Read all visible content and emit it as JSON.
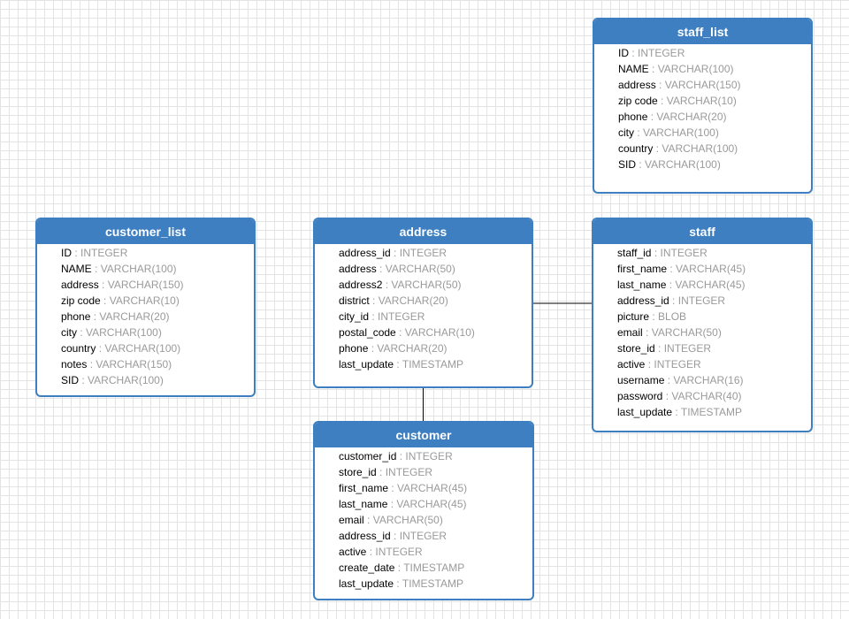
{
  "colors": {
    "header_fill": "#3e7fc1",
    "border": "#3e7fc1",
    "field_name": "#000000",
    "field_type": "#9a9a9a",
    "connector": "#000000"
  },
  "entities": {
    "staff_list": {
      "title": "staff_list",
      "fields": [
        {
          "name": "ID",
          "type": "INTEGER"
        },
        {
          "name": "NAME",
          "type": "VARCHAR(100)"
        },
        {
          "name": "address",
          "type": "VARCHAR(150)"
        },
        {
          "name": "zip code",
          "type": "VARCHAR(10)"
        },
        {
          "name": "phone",
          "type": "VARCHAR(20)"
        },
        {
          "name": "city",
          "type": "VARCHAR(100)"
        },
        {
          "name": "country",
          "type": "VARCHAR(100)"
        },
        {
          "name": "SID",
          "type": "VARCHAR(100)"
        }
      ]
    },
    "customer_list": {
      "title": "customer_list",
      "fields": [
        {
          "name": "ID",
          "type": "INTEGER"
        },
        {
          "name": "NAME",
          "type": "VARCHAR(100)"
        },
        {
          "name": "address",
          "type": "VARCHAR(150)"
        },
        {
          "name": "zip code",
          "type": "VARCHAR(10)"
        },
        {
          "name": "phone",
          "type": "VARCHAR(20)"
        },
        {
          "name": "city",
          "type": "VARCHAR(100)"
        },
        {
          "name": "country",
          "type": "VARCHAR(100)"
        },
        {
          "name": "notes",
          "type": "VARCHAR(150)"
        },
        {
          "name": "SID",
          "type": "VARCHAR(100)"
        }
      ]
    },
    "address": {
      "title": "address",
      "fields": [
        {
          "name": "address_id",
          "type": "INTEGER"
        },
        {
          "name": "address",
          "type": "VARCHAR(50)"
        },
        {
          "name": "address2",
          "type": "VARCHAR(50)"
        },
        {
          "name": "district",
          "type": "VARCHAR(20)"
        },
        {
          "name": "city_id",
          "type": "INTEGER"
        },
        {
          "name": "postal_code",
          "type": "VARCHAR(10)"
        },
        {
          "name": "phone",
          "type": "VARCHAR(20)"
        },
        {
          "name": "last_update",
          "type": "TIMESTAMP"
        }
      ]
    },
    "staff": {
      "title": "staff",
      "fields": [
        {
          "name": "staff_id",
          "type": "INTEGER"
        },
        {
          "name": "first_name",
          "type": "VARCHAR(45)"
        },
        {
          "name": "last_name",
          "type": "VARCHAR(45)"
        },
        {
          "name": "address_id",
          "type": "INTEGER"
        },
        {
          "name": "picture",
          "type": "BLOB"
        },
        {
          "name": "email",
          "type": "VARCHAR(50)"
        },
        {
          "name": "store_id",
          "type": "INTEGER"
        },
        {
          "name": "active",
          "type": "INTEGER"
        },
        {
          "name": "username",
          "type": "VARCHAR(16)"
        },
        {
          "name": "password",
          "type": "VARCHAR(40)"
        },
        {
          "name": "last_update",
          "type": "TIMESTAMP"
        }
      ]
    },
    "customer": {
      "title": "customer",
      "fields": [
        {
          "name": "customer_id",
          "type": "INTEGER"
        },
        {
          "name": "store_id",
          "type": "INTEGER"
        },
        {
          "name": "first_name",
          "type": "VARCHAR(45)"
        },
        {
          "name": "last_name",
          "type": "VARCHAR(45)"
        },
        {
          "name": "email",
          "type": "VARCHAR(50)"
        },
        {
          "name": "address_id",
          "type": "INTEGER"
        },
        {
          "name": "active",
          "type": "INTEGER"
        },
        {
          "name": "create_date",
          "type": "TIMESTAMP"
        },
        {
          "name": "last_update",
          "type": "TIMESTAMP"
        }
      ]
    }
  },
  "relationships": [
    {
      "from": "address",
      "to": "staff"
    },
    {
      "from": "address",
      "to": "customer"
    }
  ]
}
